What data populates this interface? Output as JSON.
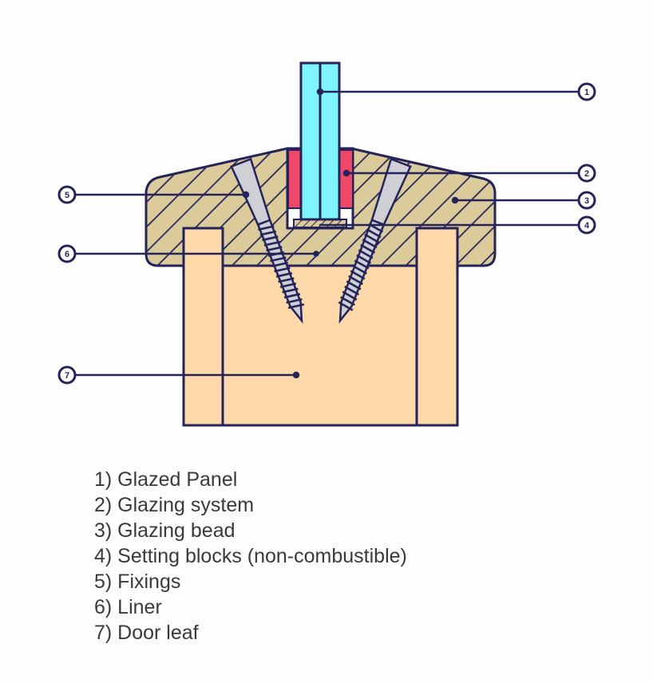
{
  "diagram": {
    "title": "Glazed door panel cross-section",
    "colors": {
      "outline": "#24235a",
      "glass": "#7ff5ff",
      "glazing_system": "#ef4767",
      "glazing_bead": "#dccb9a",
      "door_leaf": "#fdd8a8",
      "fixing": "#cfcfd6",
      "background": "#fdfdfd"
    },
    "callouts": [
      {
        "number": "1",
        "part": "Glazed Panel"
      },
      {
        "number": "2",
        "part": "Glazing system"
      },
      {
        "number": "3",
        "part": "Glazing bead"
      },
      {
        "number": "4",
        "part": "Setting blocks (non-combustible)"
      },
      {
        "number": "5",
        "part": "Fixings"
      },
      {
        "number": "6",
        "part": "Liner"
      },
      {
        "number": "7",
        "part": "Door leaf"
      }
    ]
  },
  "legend": {
    "items": [
      "1) Glazed Panel",
      "2) Glazing system",
      "3) Glazing bead",
      "4) Setting blocks (non-combustible)",
      "5) Fixings",
      "6) Liner",
      "7) Door leaf"
    ]
  }
}
